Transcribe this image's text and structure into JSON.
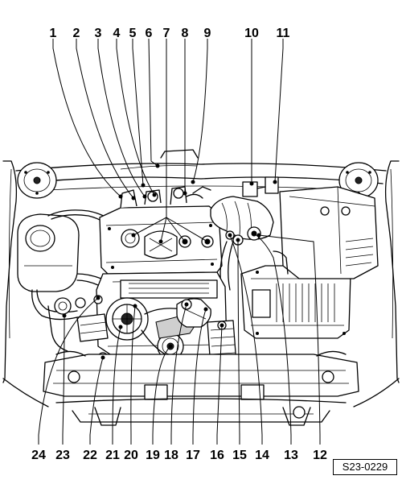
{
  "callouts_top": [
    "1",
    "2",
    "3",
    "4",
    "5",
    "6",
    "7",
    "8",
    "9",
    "10",
    "11"
  ],
  "callouts_bottom": [
    "24",
    "23",
    "22",
    "21",
    "20",
    "19",
    "18",
    "17",
    "16",
    "15",
    "14",
    "13",
    "12"
  ],
  "figure_code": "S23-0229"
}
